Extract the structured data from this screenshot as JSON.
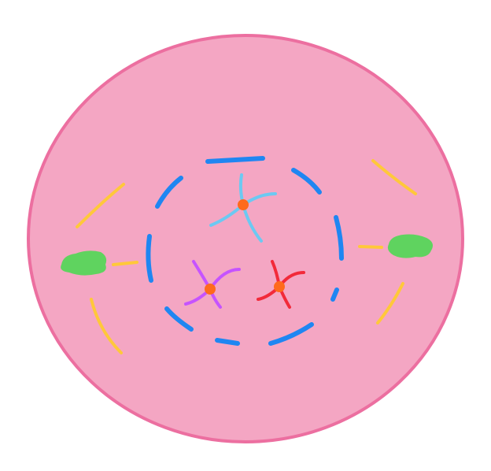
{
  "diagram": {
    "subject": "",
    "colors": {
      "background": "#ffffff",
      "cell_fill": "#f4a6c3",
      "cell_border": "#ec6fa0",
      "nuclear_envelope": "#1f86f2",
      "centrosome": "#5fd35f",
      "spindle_fiber": "#ffc83a",
      "centromere": "#ff6a1c",
      "chromosome_blue": "#6cc9f2",
      "chromosome_purple": "#c653ff",
      "chromosome_red": "#f22a3a"
    },
    "chromosomes": [
      {
        "color_name": "light-blue"
      },
      {
        "color_name": "purple"
      },
      {
        "color_name": "red"
      }
    ]
  }
}
